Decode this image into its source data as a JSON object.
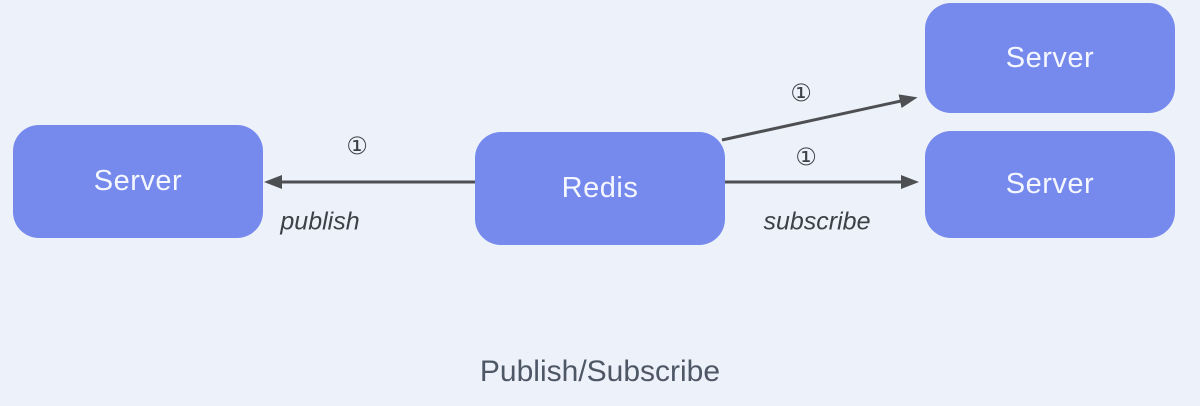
{
  "diagram": {
    "title": "Publish/Subscribe",
    "nodes": [
      {
        "id": "server-left",
        "label": "Server"
      },
      {
        "id": "redis",
        "label": "Redis"
      },
      {
        "id": "server-top-right",
        "label": "Server"
      },
      {
        "id": "server-bottom-right",
        "label": "Server"
      }
    ],
    "edges": [
      {
        "from": "redis",
        "to": "server-left",
        "badge": "①",
        "label": "publish"
      },
      {
        "from": "redis",
        "to": "server-top-right",
        "badge": "①",
        "label": ""
      },
      {
        "from": "redis",
        "to": "server-bottom-right",
        "badge": "①",
        "label": "subscribe"
      }
    ],
    "colors": {
      "background": "#edf1fa",
      "node_fill": "#7689ed",
      "node_text": "#f4f7ff",
      "arrow": "#4d4f52",
      "edge_text": "#3d4147",
      "title_text": "#4e5766"
    }
  }
}
